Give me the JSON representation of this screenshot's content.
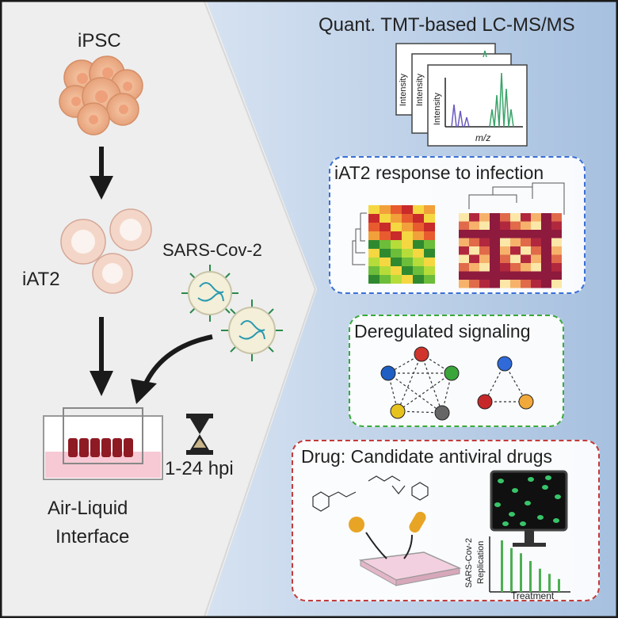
{
  "left": {
    "cell_source": "iPSC",
    "cell_type": "iAT2",
    "virus": "SARS-Cov-2",
    "timepoint": "1-24 hpi",
    "culture": [
      "Air-Liquid",
      "Interface"
    ]
  },
  "panels": {
    "ms": {
      "title": "Quant. TMT-based LC-MS/MS",
      "ylabel": "Intensity",
      "xlabel": "m/z"
    },
    "response": {
      "title": "iAT2 response to infection",
      "color": "#3a6fd6"
    },
    "signaling": {
      "title": "Deregulated signaling",
      "color": "#3aaa3a",
      "node_colors": [
        "#d0342c",
        "#1f5fc4",
        "#3aa63a",
        "#e6c21f",
        "#666666",
        "#2f6ad8",
        "#c6282a",
        "#f0a93a"
      ]
    },
    "drug": {
      "title": "Drug: Candidate antiviral drugs",
      "color": "#c23b3b",
      "ylabel": [
        "SARS-Cov-2",
        "Replication"
      ],
      "xlabel": "Treatment",
      "bar_values": [
        1.0,
        0.85,
        0.75,
        0.6,
        0.45,
        0.35,
        0.25
      ]
    }
  }
}
